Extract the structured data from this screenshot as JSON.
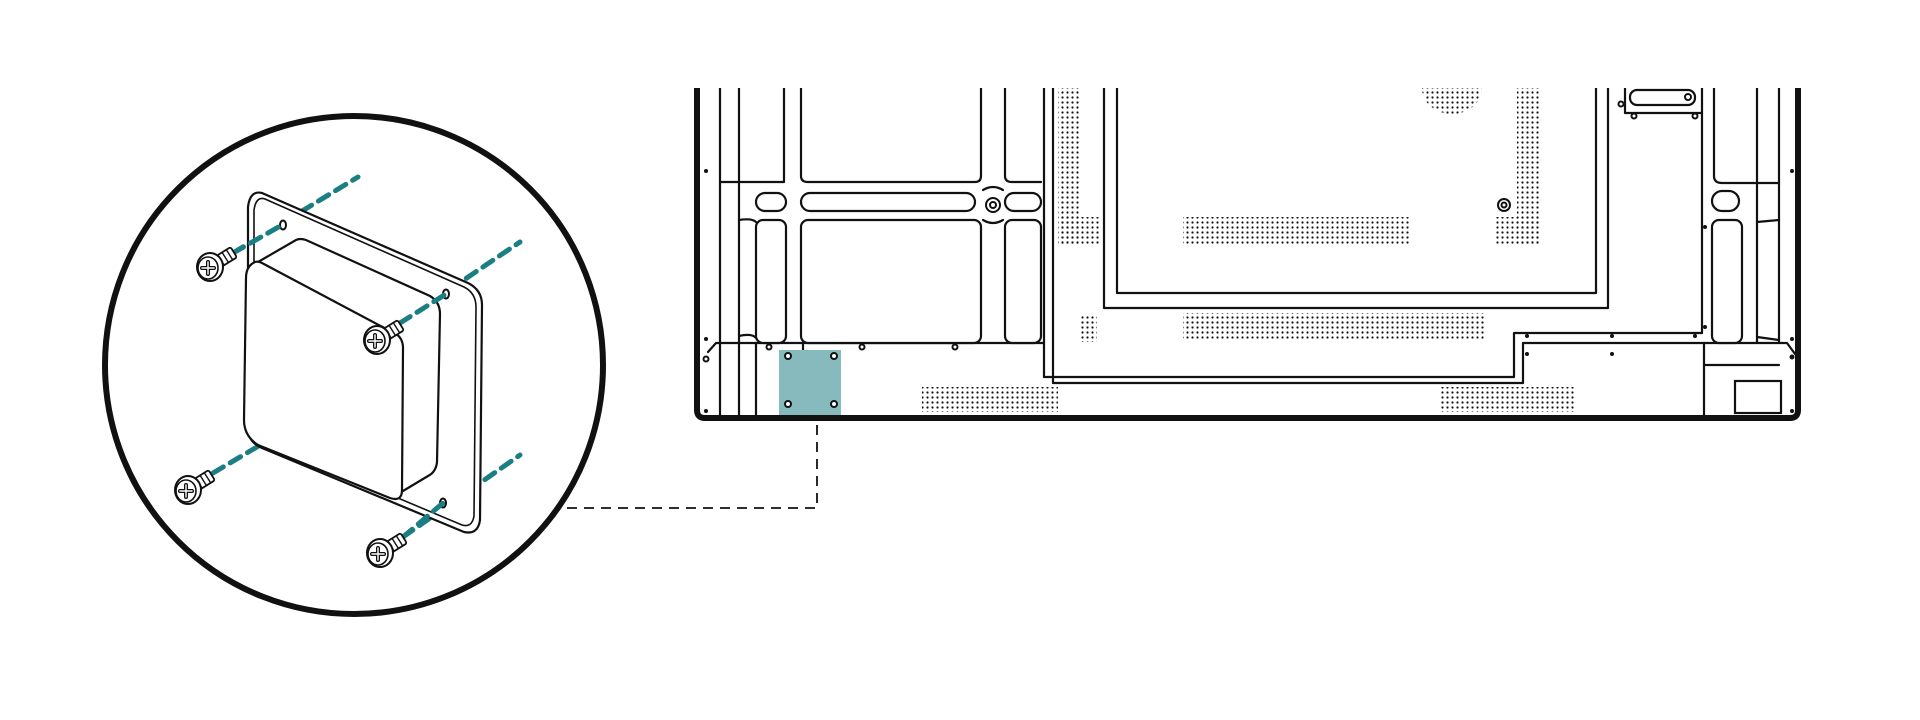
{
  "colors": {
    "line": "#111111",
    "guide_dash": "#1b7e83",
    "highlight_area": "#86babd",
    "background": "#ffffff"
  },
  "icons": [
    "screw-icon",
    "mounting-plate",
    "mounted-box",
    "display-back-panel",
    "callout-circle"
  ]
}
